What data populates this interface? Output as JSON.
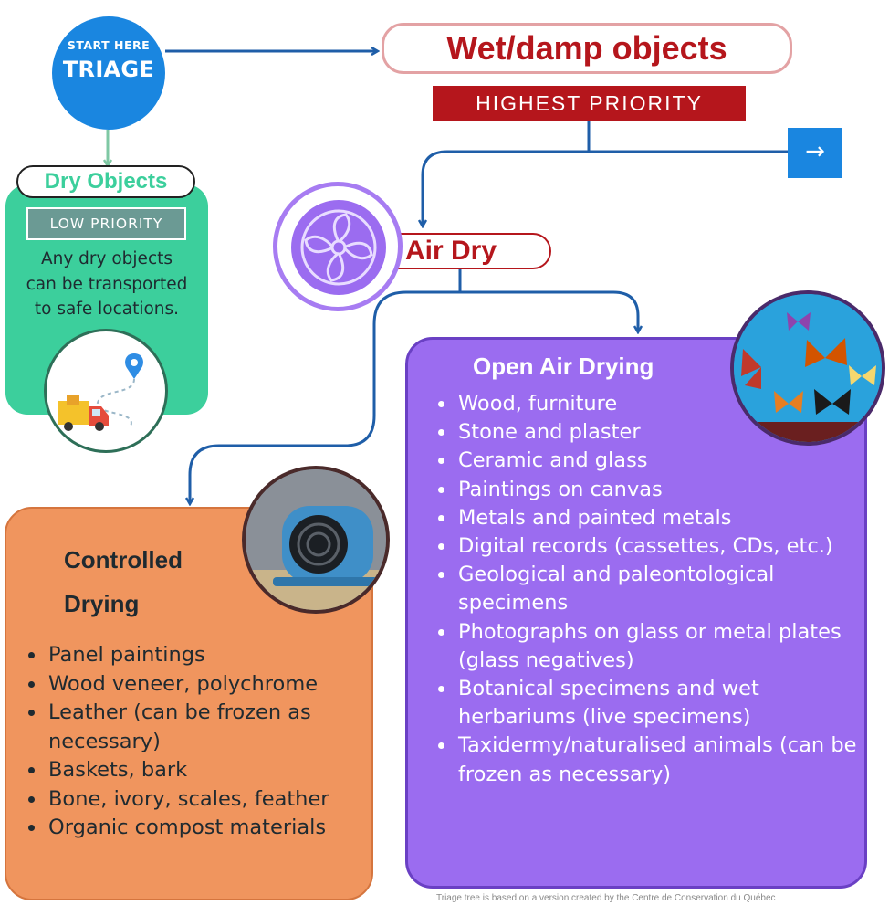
{
  "start": {
    "line1": "START HERE",
    "line2": "TRIAGE"
  },
  "wet": {
    "title": "Wet/damp objects",
    "priority": "HIGHEST PRIORITY",
    "next_icon": "arrow-right-icon",
    "next_symbol": "→"
  },
  "dry": {
    "title": "Dry Objects",
    "priority": "LOW PRIORITY",
    "lines": [
      "Any dry objects",
      "can be transported",
      "to safe locations."
    ],
    "icon": "delivery-truck-icon"
  },
  "air_dry": {
    "label": "Air Dry",
    "icon": "fan-icon"
  },
  "open_air": {
    "title": "Open Air Drying",
    "image": "butterfly-collection-photo",
    "items": [
      "Wood, furniture",
      "Stone and plaster",
      "Ceramic and glass",
      "Paintings on canvas",
      "Metals and painted metals",
      "Digital records (cassettes, CDs, etc.)",
      "Geological and paleontological specimens",
      "Photographs on glass or metal plates (glass negatives)",
      "Botanical specimens and wet herbariums (live specimens)",
      "Taxidermy/naturalised animals (can be frozen as necessary)"
    ]
  },
  "controlled": {
    "title_line1": "Controlled",
    "title_line2": "Drying",
    "image": "air-mover-fan-photo",
    "items": [
      "Panel paintings",
      "Wood veneer, polychrome",
      "Leather (can be frozen as necessary)",
      "Baskets, bark",
      "Bone, ivory, scales, feather",
      "Organic compost materials"
    ]
  },
  "credit": "Triage tree is based on a version created by the Centre de Conservation du Québec",
  "colors": {
    "blue": "#1a86e0",
    "red": "#b5161c",
    "green": "#3ccf9c",
    "purple": "#9b6cf0",
    "orange": "#f0955e",
    "connector": "#1f5ea8"
  }
}
